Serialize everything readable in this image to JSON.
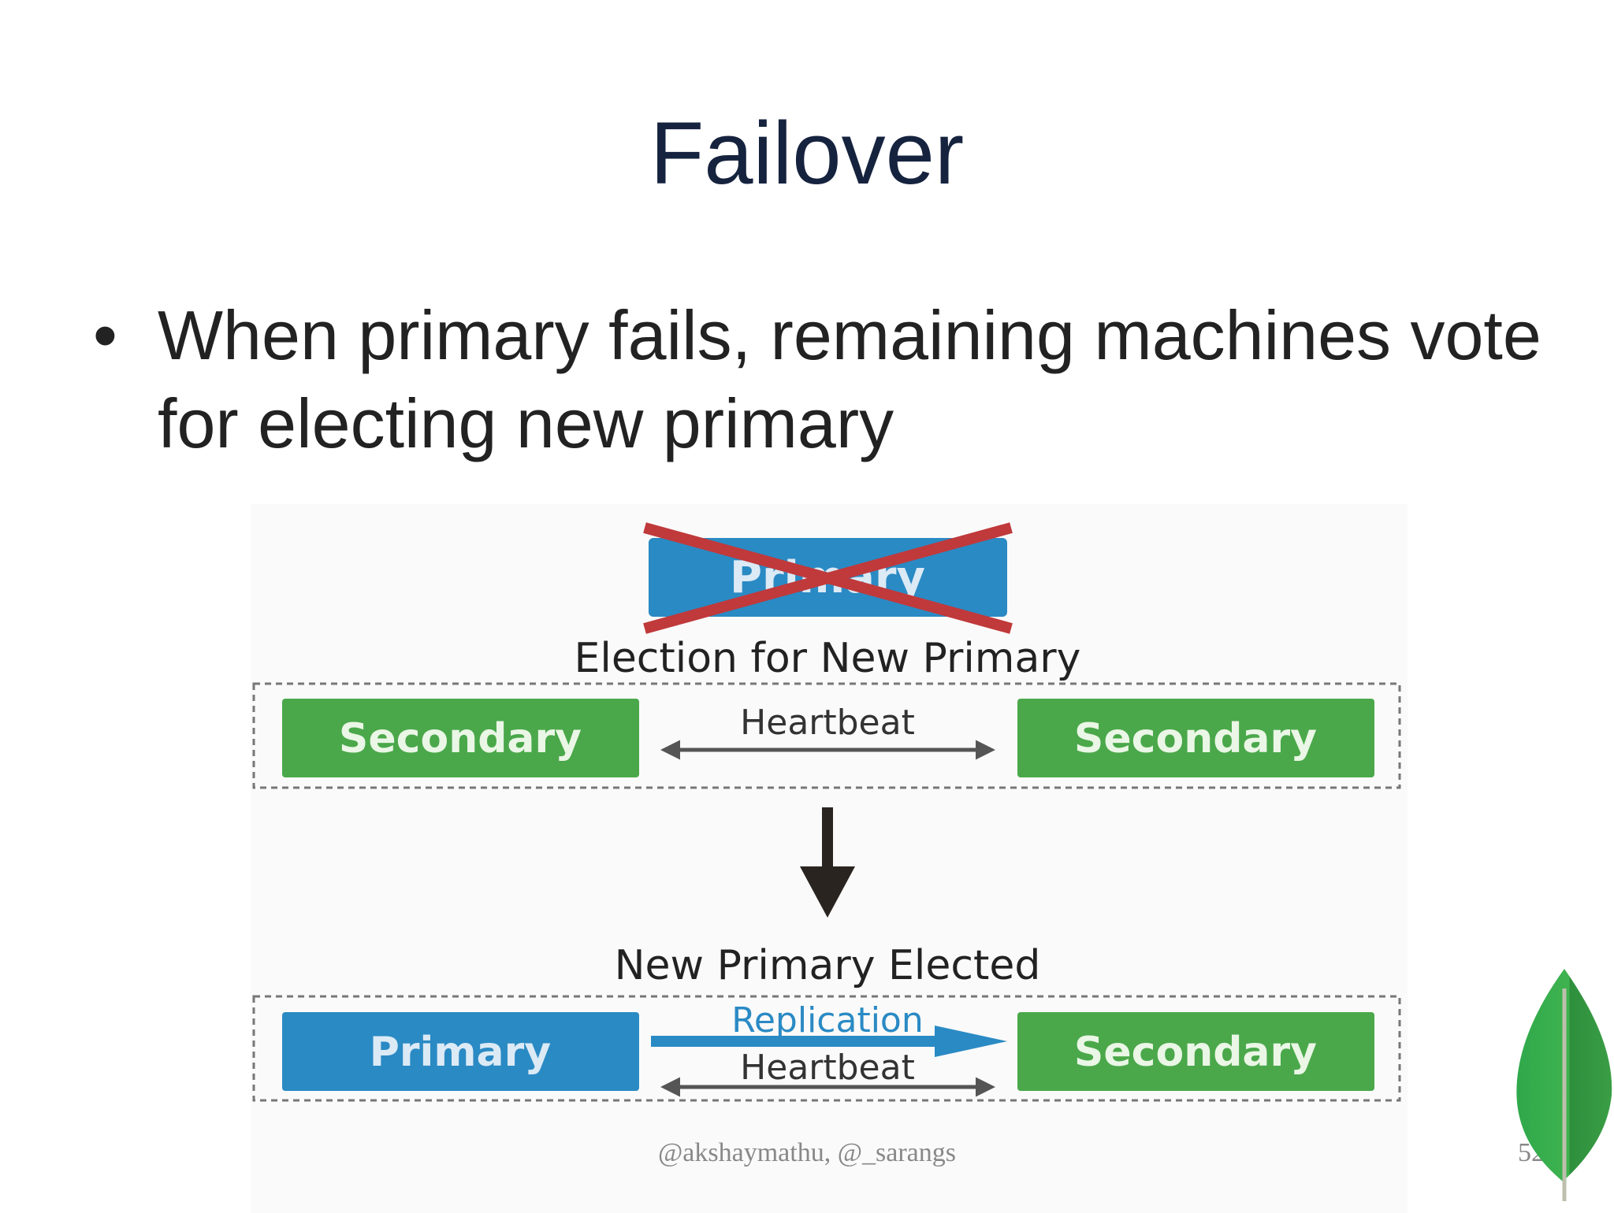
{
  "slide": {
    "title": "Failover",
    "bullet": "When primary fails, remaining machines vote for electing new primary",
    "footer": "@akshaymathu, @_sarangs",
    "page_number": "52"
  },
  "diagram": {
    "failed_node": "Primary",
    "election_label": "Election for New Primary",
    "top_row": {
      "left": "Secondary",
      "link": "Heartbeat",
      "right": "Secondary"
    },
    "result_label": "New Primary Elected",
    "bottom_row": {
      "left": "Primary",
      "link_top": "Replication",
      "link_bottom": "Heartbeat",
      "right": "Secondary"
    },
    "colors": {
      "primary": "#2a8ac4",
      "secondary": "#4aa84a",
      "cross": "#c0393b",
      "replication": "#2a8ac4",
      "arrow": "#555555"
    }
  }
}
